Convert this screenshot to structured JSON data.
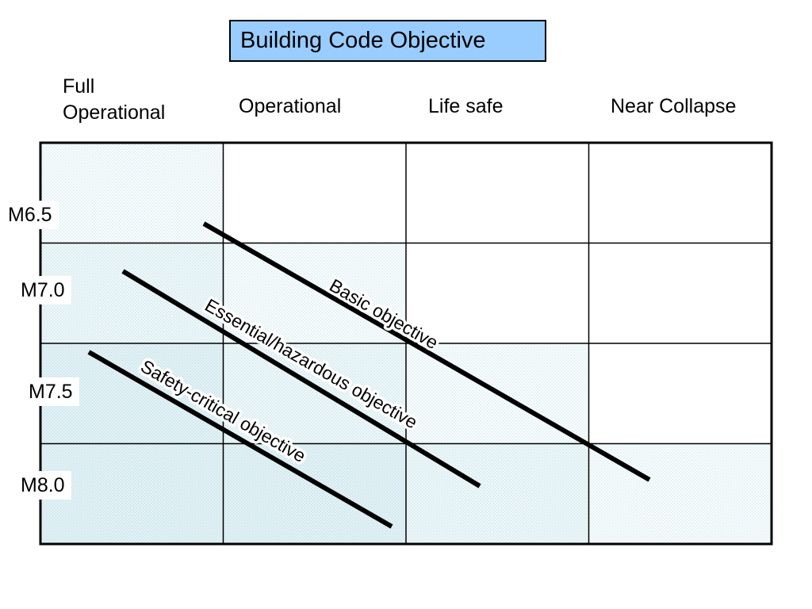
{
  "title": "Building Code Objective",
  "performance_levels": [
    "Full Operational",
    "Operational",
    "Life safe",
    "Near Collapse"
  ],
  "magnitudes": [
    "M6.5",
    "M7.0",
    "M7.5",
    "M8.0"
  ],
  "objectives": [
    {
      "label": "Basic objective"
    },
    {
      "label": "Essential/hazardous objective"
    },
    {
      "label": "Safety-critical objective"
    }
  ],
  "colors": {
    "title_fill": "#99CCFF",
    "grid_line": "#000000",
    "shade_light": "#F0F8FA",
    "shade_medium": "#E3F1F4",
    "shade_dark": "#D6EBF0"
  }
}
